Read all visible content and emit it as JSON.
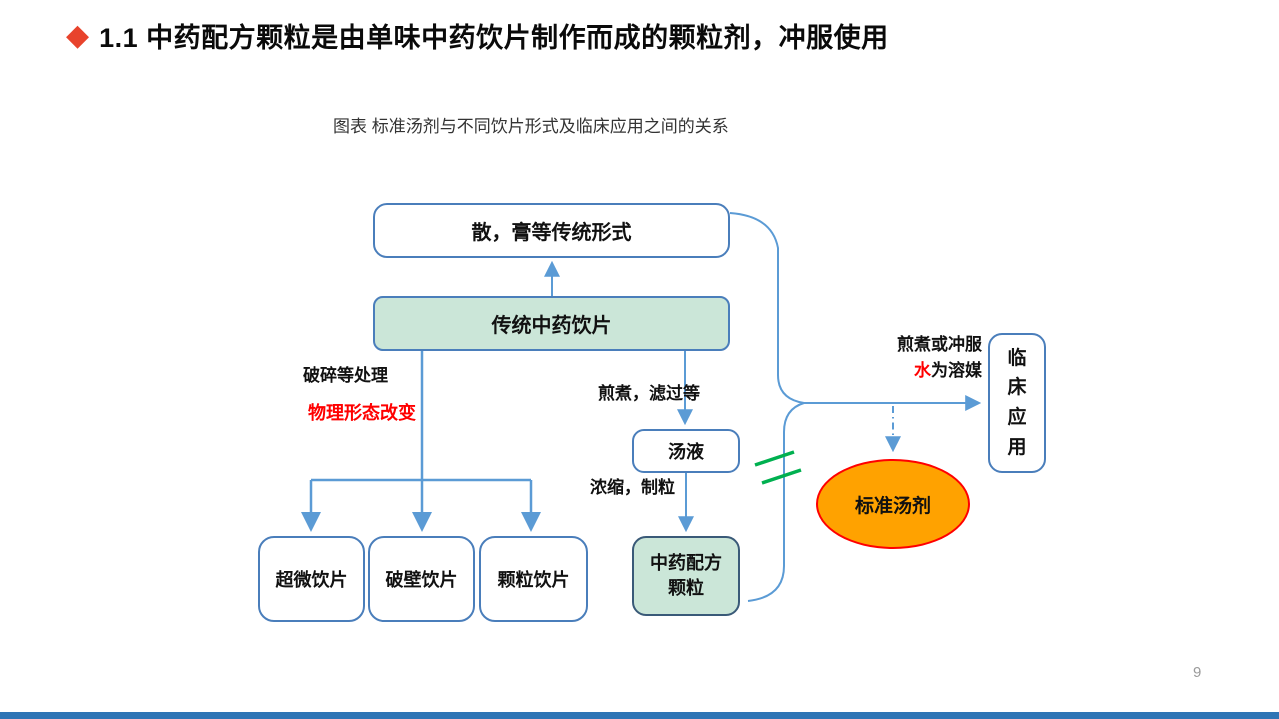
{
  "slide": {
    "bullet_glyph": "◆",
    "title": "1.1  中药配方颗粒是由单味中药饮片制作而成的颗粒剂，冲服使用",
    "caption": "图表 标准汤剂与不同饮片形式及临床应用之间的关系",
    "page_number": "9"
  },
  "diagram": {
    "nodes": {
      "traditional_forms": "散，膏等传统形式",
      "traditional_pieces": "传统中药饮片",
      "decoction": "汤液",
      "formula_granules": [
        "中药配方",
        "颗粒"
      ],
      "ultrafine_pieces": "超微饮片",
      "broken_wall_pieces": "破壁饮片",
      "granule_pieces": "颗粒饮片",
      "clinical_application": [
        "临",
        "床",
        "应",
        "用"
      ],
      "standard_decoction": "标准汤剂"
    },
    "labels": {
      "crush_process": "破碎等处理",
      "physical_change": "物理形态改变",
      "decoct_filter": "煎煮，滤过等",
      "concentrate_granulate": "浓缩，制粒",
      "decoct_or_dissolve": "煎煮或冲服",
      "water": "水",
      "as_solvent": "为溶媒"
    },
    "colors": {
      "accent_diamond": "#e8432c",
      "connector_blue": "#5b9bd5",
      "box_border_blue": "#4a7ebb",
      "green_fill": "#cbe6d8",
      "granules_border": "#3a5a78",
      "ellipse_fill": "#ffa200",
      "ellipse_border": "#ff0000",
      "equivalence_green": "#00b050",
      "red_text": "#ff0000",
      "bottom_bar": "#2e74b5"
    }
  }
}
